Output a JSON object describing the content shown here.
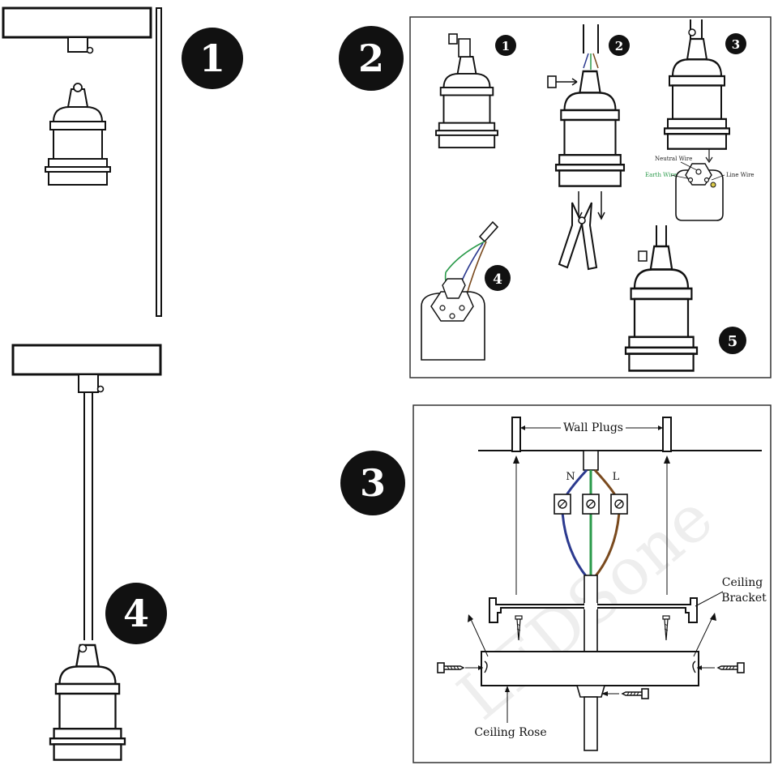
{
  "steps": {
    "step1": "1",
    "step2": "2",
    "step3": "3",
    "step4": "4"
  },
  "substeps": {
    "s1": "1",
    "s2": "2",
    "s3": "3",
    "s4": "4",
    "s5": "5"
  },
  "wire_labels": {
    "neutral_wire": "Neutral Wire",
    "earth_wire": "Earth Wire",
    "line_wire": "Line Wire",
    "n": "N",
    "l": "L"
  },
  "callouts": {
    "wall_plugs": "Wall Plugs",
    "ceiling_bracket_1": "Ceiling",
    "ceiling_bracket_2": "Bracket",
    "ceiling_rose": "Ceiling Rose"
  },
  "watermark": "LEDSone",
  "colors": {
    "neutral": "#2c3a8f",
    "earth": "#2a9a4a",
    "line": "#7a4a1e",
    "ink": "#111111"
  }
}
